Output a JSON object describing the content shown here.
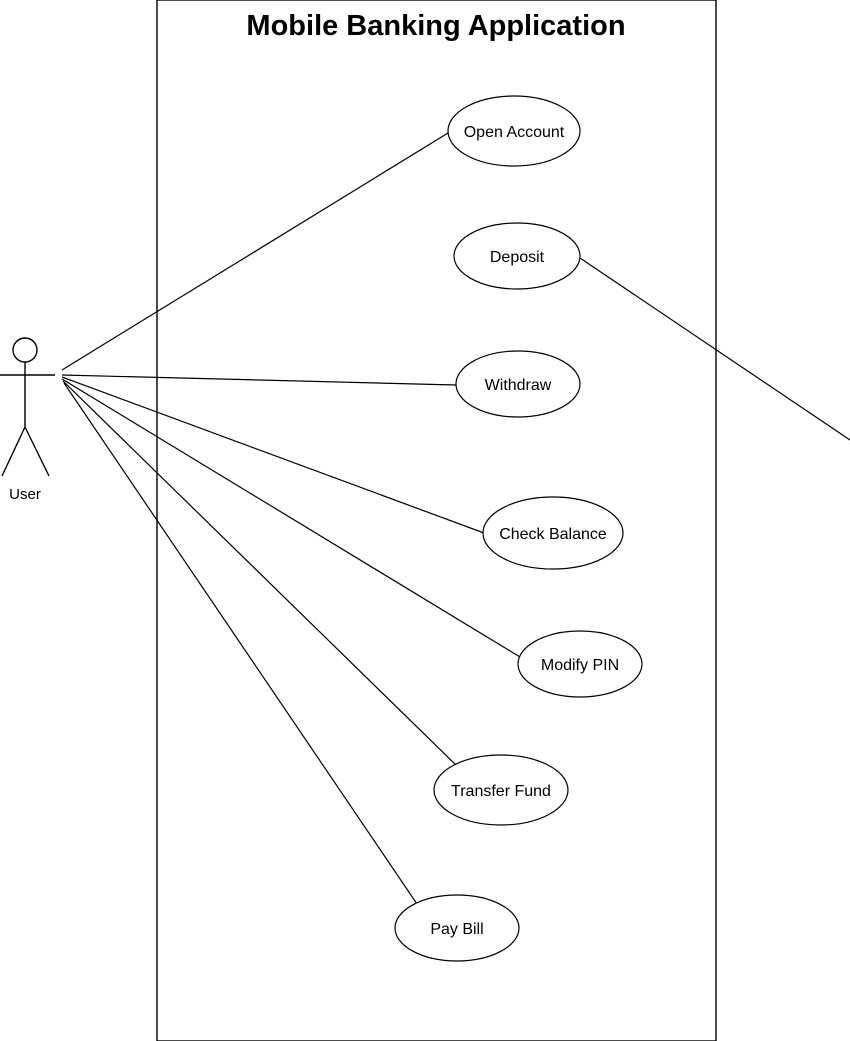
{
  "system": {
    "title": "Mobile Banking Application"
  },
  "actors": {
    "user": {
      "label": "User"
    }
  },
  "use_cases": [
    {
      "id": "open-account",
      "label": "Open Account",
      "connected_to": "User"
    },
    {
      "id": "deposit",
      "label": "Deposit",
      "connected_to": "external actor (off-page, right)"
    },
    {
      "id": "withdraw",
      "label": "Withdraw",
      "connected_to": "User"
    },
    {
      "id": "check-balance",
      "label": "Check Balance",
      "connected_to": "User"
    },
    {
      "id": "modify-pin",
      "label": "Modify PIN",
      "connected_to": "User"
    },
    {
      "id": "transfer-fund",
      "label": "Transfer Fund",
      "connected_to": "User"
    },
    {
      "id": "pay-bill",
      "label": "Pay Bill",
      "connected_to": "User"
    }
  ]
}
